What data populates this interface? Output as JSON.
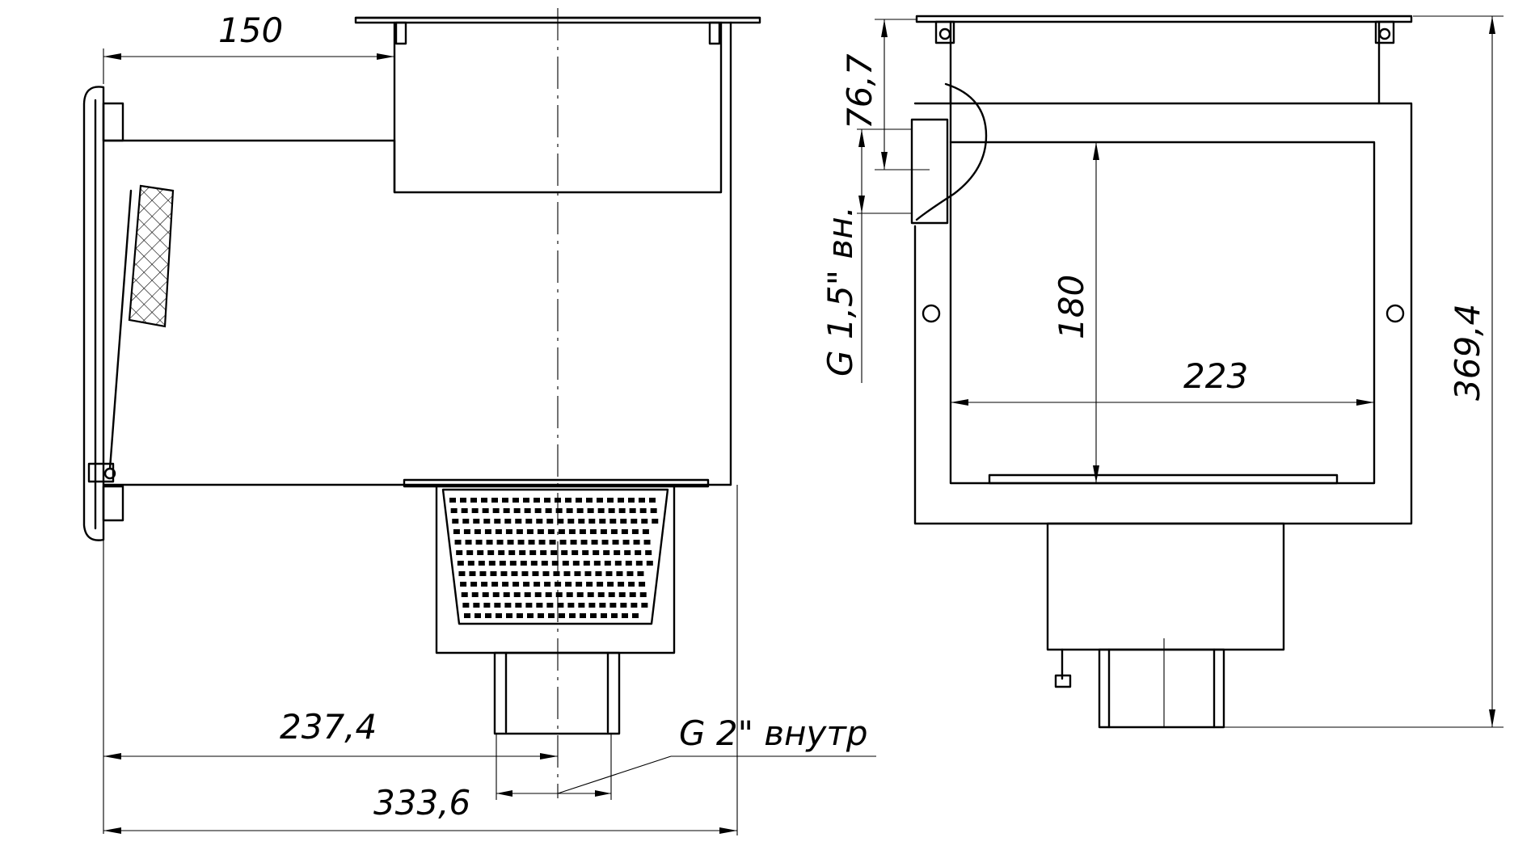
{
  "dimensions": {
    "top_width_label": "150",
    "inlet_offset_label": "237,4",
    "overall_depth_label": "333,6",
    "outlet_thread_label": "G 2\" внутр",
    "side_connection_height_label": "76,7",
    "side_thread_label": "G 1,5\" вн.",
    "opening_height_label": "180",
    "opening_width_label": "223",
    "overall_height_label": "369,4"
  }
}
